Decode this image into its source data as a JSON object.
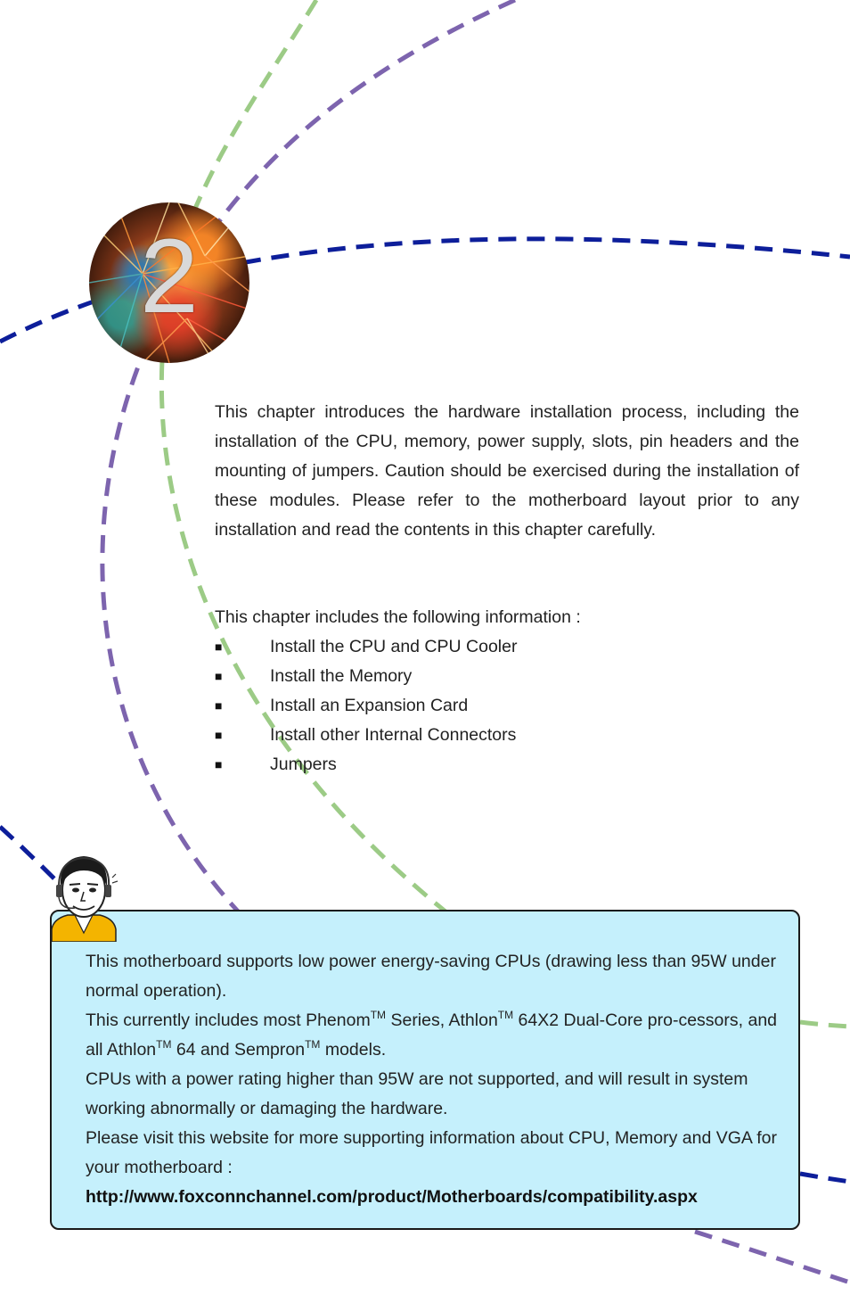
{
  "chapter": {
    "number": "2"
  },
  "intro": {
    "paragraph": "This chapter introduces the hardware installation process, including the installation of the CPU, memory, power supply, slots, pin headers and the mounting of jumpers. Caution should be exercised during the installation of these modules. Please refer to the motherboard layout prior to any installation and read the contents in this chapter carefully.",
    "includes_heading": "This chapter includes the following information :",
    "bullet_glyph": "■",
    "topics": [
      "Install the CPU and CPU Cooler",
      "Install the Memory",
      "Install an Expansion Card",
      "Install other Internal Connectors",
      "Jumpers"
    ]
  },
  "note": {
    "line1": "This motherboard supports low power energy-saving CPUs (drawing less than 95W under normal operation).",
    "line2_pre": "This currently includes most Phenom",
    "line2_b": " Series, Athlon",
    "line2_c": " 64X2 Dual-Core pro-cessors, and all Athlon",
    "line2_d": " 64 and Sempron",
    "line2_e": " models.",
    "tm": "TM",
    "line3": "CPUs with a power rating higher than 95W are not supported, and will result in system working abnormally or damaging the hardware.",
    "line4": "Please visit this website for more supporting information about CPU, Memory and VGA for your motherboard :",
    "url": "http://www.foxconnchannel.com/product/Motherboards/compatibility.aspx"
  },
  "colors": {
    "navy_dash": "#0d1e9a",
    "purple_dash": "#7d64ae",
    "green_dash": "#9ccb86",
    "note_background": "#c5f0fc"
  },
  "icons": {
    "chapter_badge": "fireworks-burst-icon",
    "note_avatar": "support-agent-headset-icon"
  }
}
